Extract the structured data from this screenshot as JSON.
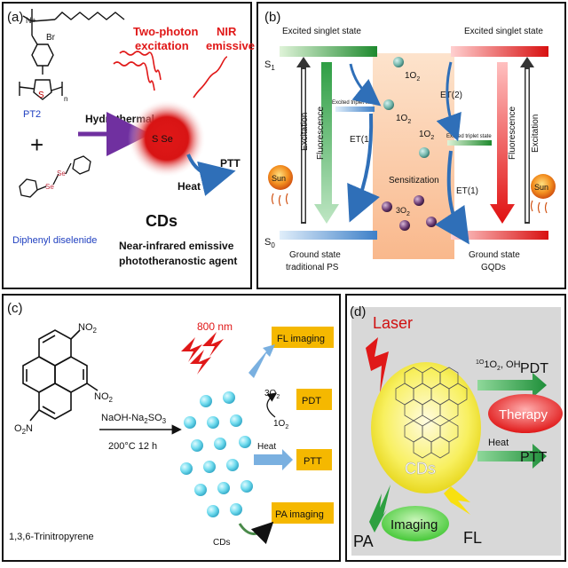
{
  "panel_a": {
    "label": "(a)",
    "bromide": "Br",
    "n_plus": "N+",
    "sulfur": "S",
    "n_sub": "n",
    "pt2": "PT2",
    "plus": "+",
    "diselenide_se": "Se",
    "diselenide_name": "Diphenyl diselenide",
    "hydrothermal": "Hydrothermal",
    "two_photon": "Two-photon\nexcitation",
    "two_photon_1": "Two-photon",
    "two_photon_2": "excitation",
    "nir_1": "NIR",
    "nir_2": "emissive",
    "s_se": "S Se",
    "heat": "Heat",
    "ptt": "PTT",
    "cds": "CDs",
    "agent_1": "Near-infrared emissive",
    "agent_2": "phototheranostic agent"
  },
  "panel_b": {
    "label": "(b)",
    "excited_left": "Excited singlet state",
    "excited_right": "Excited singlet state",
    "s1": "S",
    "s1_sub": "1",
    "s0": "S",
    "s0_sub": "0",
    "triplet_left": "Excited triplet state",
    "triplet_right": "Excited triplet state",
    "o2_1": "1O",
    "o2_1b": "1O",
    "o2_1c": "1O",
    "o2_3": "3O",
    "o2_sub": "2",
    "et2": "ET(2)",
    "et1_left": "ET(1)",
    "et1_right": "ET(1)",
    "sensitization": "Sensitization",
    "excitation": "Excitation",
    "fluorescence": "Fluorescence",
    "sun": "Sun",
    "ground_left_1": "Ground state",
    "ground_left_2": "traditional PS",
    "ground_right_1": "Ground state",
    "ground_right_2": "GQDs"
  },
  "panel_c": {
    "label": "(c)",
    "nm": "800 nm",
    "no2": "NO",
    "no2_sub": "2",
    "o2n": "O",
    "o2n_sub": "2",
    "o2n_n": "N",
    "reagent": "NaOH-Na",
    "reagent_sub1": "2",
    "reagent_so": "SO",
    "reagent_sub2": "3",
    "conditions": "200°C 12 h",
    "compound": "1,3,6-Trinitropyrene",
    "cds": "CDs",
    "fl_imaging": "FL imaging",
    "pdt": "PDT",
    "ptt": "PTT",
    "pa_imaging": "PA imaging",
    "o2_3": "3O",
    "o2_1": "1O",
    "o2_sub": "2",
    "heat": "Heat"
  },
  "panel_d": {
    "label": "(d)",
    "laser": "Laser",
    "ros": "1O",
    "ros_sub": "2",
    "ros_oh": ", OH",
    "pdt": "PDT",
    "therapy": "Therapy",
    "heat": "Heat",
    "ptt": "PTT",
    "cds": "CDs",
    "imaging": "Imaging",
    "pa": "PA",
    "fl": "FL"
  },
  "colors": {
    "red_dot": "#d01010",
    "purple_arrow": "#7030a0",
    "green_arrow": "#2e9e44",
    "orange_box": "#f5b800",
    "sphere": "#7fe3f0",
    "yellow_circle": "#f8f060",
    "gray_bg": "#d8d8d8"
  }
}
